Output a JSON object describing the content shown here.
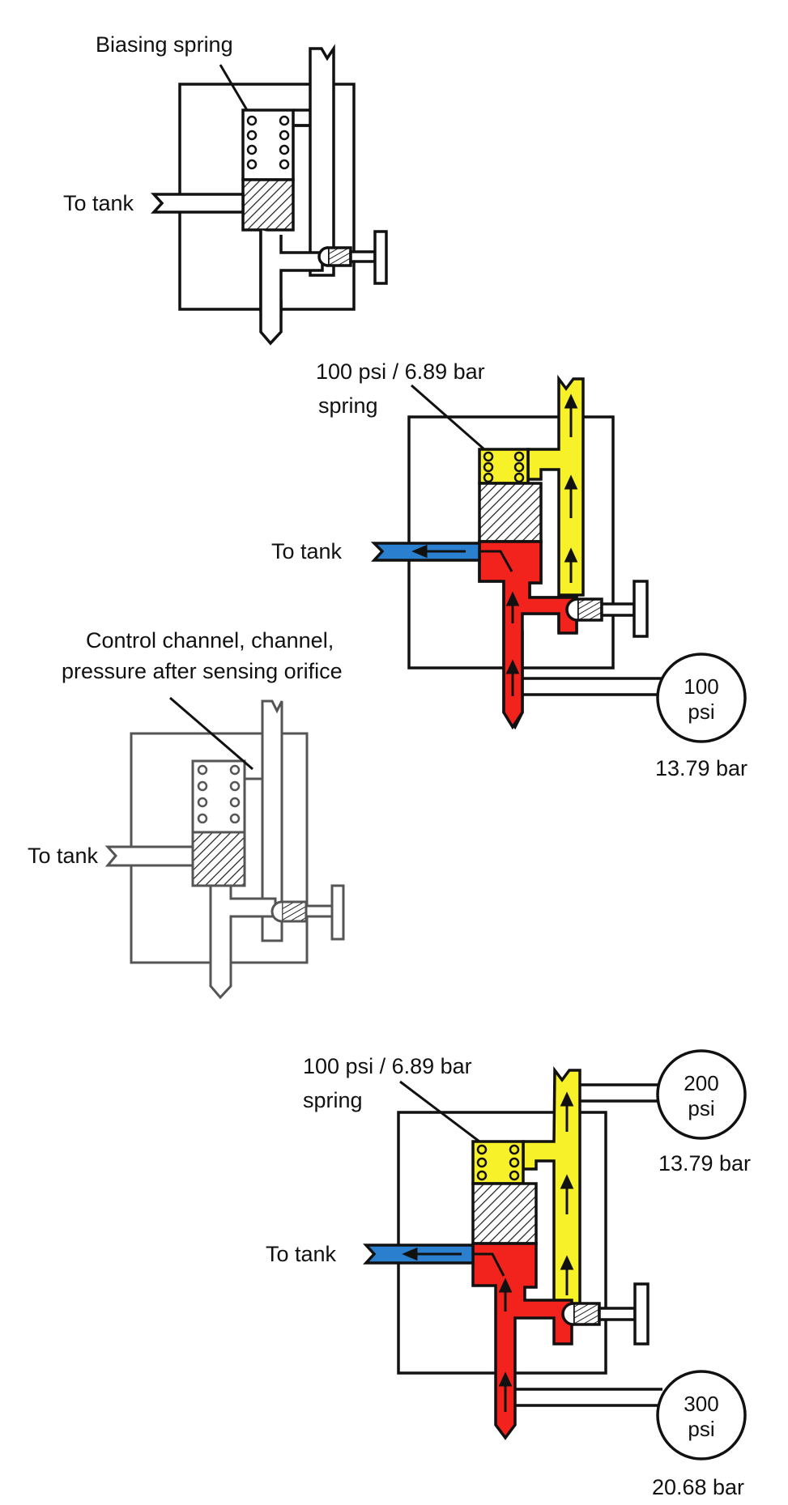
{
  "colors": {
    "outline": "#111111",
    "pressure_line": "#f2221c",
    "control_line": "#f7f12a",
    "tank_line": "#2b7fcf",
    "background": "#ffffff"
  },
  "diagrams": [
    {
      "id": "valve-1",
      "labels": {
        "spring": "Biasing spring",
        "tank": "To tank"
      }
    },
    {
      "id": "valve-2",
      "labels": {
        "spring_line1": "100 psi / 6.89 bar",
        "spring_line2": "spring",
        "tank": "To tank"
      },
      "gauges": [
        {
          "line1": "100",
          "line2": "psi",
          "sub": "13.79 bar"
        }
      ]
    },
    {
      "id": "valve-3",
      "labels": {
        "control_line1": "Control channel, channel,",
        "control_line2": "pressure after sensing orifice",
        "tank": "To tank"
      }
    },
    {
      "id": "valve-4",
      "labels": {
        "spring_line1": "100 psi / 6.89 bar",
        "spring_line2": "spring",
        "tank": "To tank"
      },
      "gauges": [
        {
          "line1": "200",
          "line2": "psi",
          "sub": "13.79 bar"
        },
        {
          "line1": "300",
          "line2": "psi",
          "sub": "20.68 bar"
        }
      ]
    }
  ]
}
